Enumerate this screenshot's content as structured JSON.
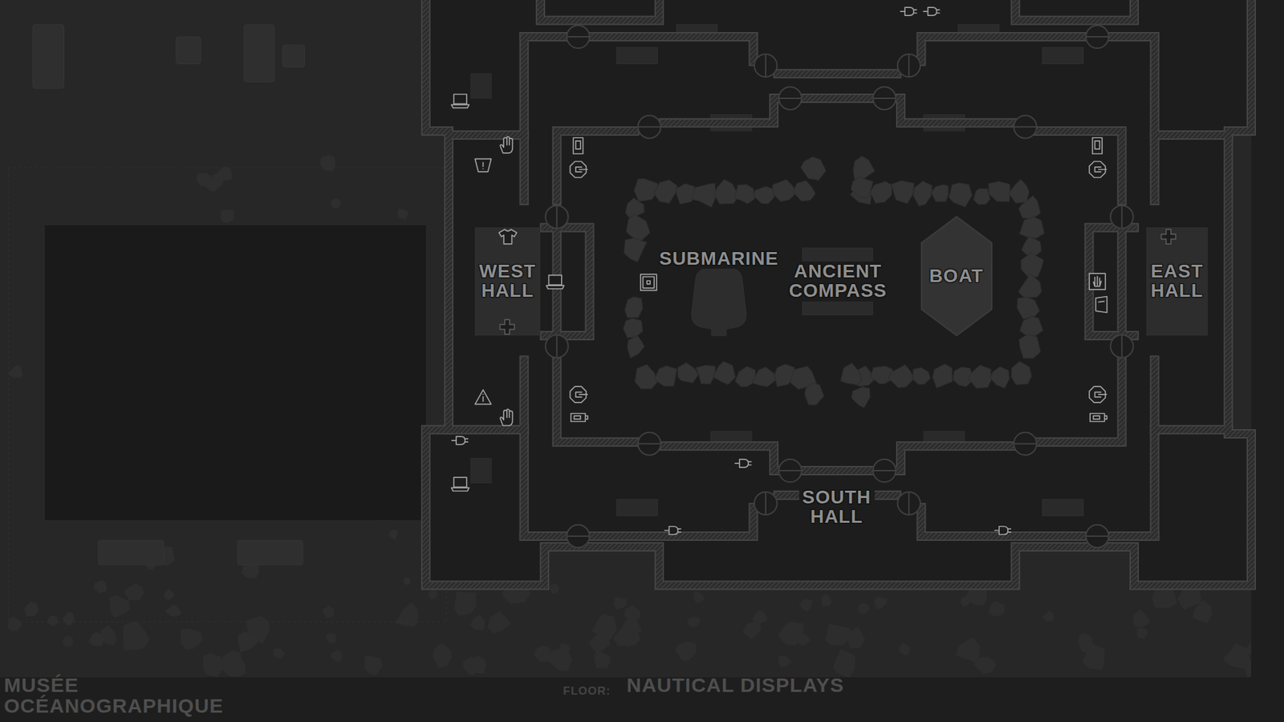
{
  "diagram": {
    "title": "MUSÉE OCÉANOGRAPHIQUE",
    "nodes": [
      {
        "text": [
          "WEST HALL"
        ]
      },
      {
        "text": [
          "BOAT"
        ]
      },
      {
        "text": [
          "EAST HALL"
        ]
      }
    ],
    "labels": [
      "SUBMARINE",
      "ANCIENT COMPASS",
      "SOUTH HALL",
      "FLOOR:",
      "NAUTICAL DISPLAYS"
    ]
  }
}
